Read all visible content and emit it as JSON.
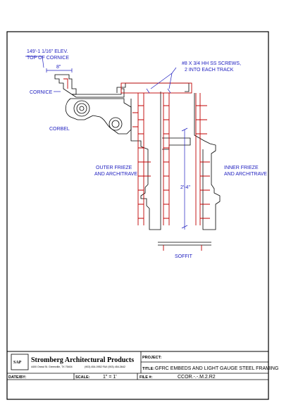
{
  "labels": {
    "elevation_line1": "149'-1 1/16\" ELEV.",
    "elevation_line2": "TOP OF CORNICE",
    "dimension_8": "8\"",
    "screws_line1": "#8 X 3/4 HH SS SCREWS,",
    "screws_line2": "2 INTO EACH TRACK",
    "cornice": "CORNICE",
    "corbel": "CORBEL",
    "outer_line1": "OUTER FRIEZE",
    "outer_line2": "AND ARCHITRAVE",
    "inner_line1": "INNER FRIEZE",
    "inner_line2": "AND ARCHITRAVE",
    "dimension_2_4": "2'-4\"",
    "soffit": "SOFFIT"
  },
  "title_block": {
    "company": "Stromberg Architectural Products",
    "address": "4400 Oneal St. Greenville, TX 75404",
    "phone": "(903) 454-0952  FAX (903) 454-3642",
    "project_label": "PROJECT:",
    "project_value": "",
    "title_label": "TITLE:",
    "title_value": "GFRC EMBEDS AND LIGHT GAUGE STEEL FRAMING",
    "date_label": "DATE/BY:",
    "scale_label": "SCALE:",
    "scale_value": "1\" = 1'",
    "file_label": "FILE #:",
    "file_value": "CCOR.-.-.M.2.R2",
    "logo_text": "SAP"
  },
  "colors": {
    "outline": "#000000",
    "framing": "#c00000",
    "annotation": "#2020c0"
  }
}
